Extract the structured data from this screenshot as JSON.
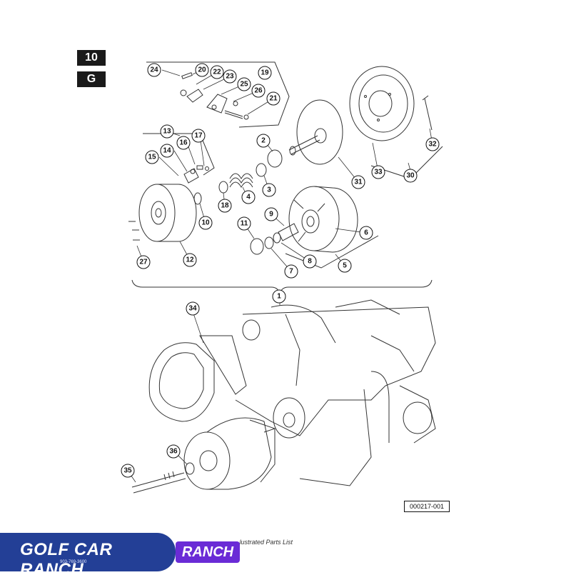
{
  "header": {
    "section_tab": "10",
    "subsection_tab": "G"
  },
  "callouts": [
    "1",
    "2",
    "3",
    "4",
    "5",
    "6",
    "7",
    "8",
    "9",
    "10",
    "11",
    "12",
    "13",
    "14",
    "15",
    "16",
    "17",
    "18",
    "19",
    "20",
    "21",
    "22",
    "23",
    "24",
    "25",
    "26",
    "27",
    "30",
    "31",
    "32",
    "33",
    "34",
    "35",
    "36"
  ],
  "figure_code": "000217-001",
  "footer": {
    "partial_text": "...lustrated Parts List"
  },
  "logo": {
    "name": "GOLF CAR RANCH",
    "phone": "903-769-3600",
    "overlay_text": "RANCH"
  },
  "colors": {
    "line": "#333333",
    "logo_blue": "#233f96",
    "logo_purple": "#6a2bd6"
  }
}
